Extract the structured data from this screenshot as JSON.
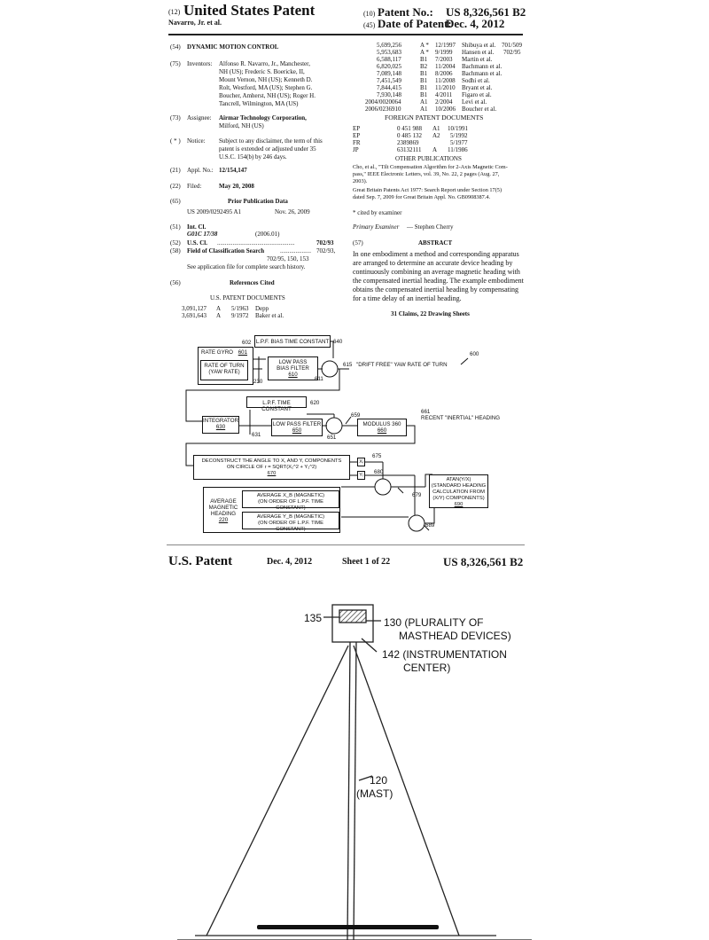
{
  "header": {
    "code12": "(12)",
    "type": "United States Patent",
    "inventors_short": "Navarro, Jr. et al.",
    "code10": "(10)",
    "patent_no_label": "Patent No.:",
    "patent_no": "US 8,326,561 B2",
    "code45": "(45)",
    "date_label": "Date of Patent:",
    "date": "Dec. 4, 2012"
  },
  "left": {
    "title_code": "(54)",
    "title": "DYNAMIC MOTION CONTROL",
    "inventors_code": "(75)",
    "inventors_label": "Inventors:",
    "inventors_lines": [
      "Alfonso R. Navarro, Jr., Manchester,",
      "NH (US); Frederic S. Boericke, II,",
      "Mount Vernon, NH (US); Kenneth D.",
      "Rolt, Westford, MA (US); Stephen G.",
      "Boucher, Amherst, NH (US); Roger H.",
      "Tancrell, Wilmington, MA (US)"
    ],
    "assignee_code": "(73)",
    "assignee_label": "Assignee:",
    "assignee_lines": [
      "Airmar Technology Corporation,",
      "Milford, NH (US)"
    ],
    "notice_code": "( * )",
    "notice_label": "Notice:",
    "notice_lines": [
      "Subject to any disclaimer, the term of this",
      "patent is extended or adjusted under 35",
      "U.S.C. 154(b) by 246 days."
    ],
    "appl_code": "(21)",
    "appl_label": "Appl. No.:",
    "appl_no": "12/154,147",
    "filed_code": "(22)",
    "filed_label": "Filed:",
    "filed": "May 20, 2008",
    "prior_code": "(65)",
    "prior_title": "Prior Publication Data",
    "prior_pub": "US 2009/0292495 A1",
    "prior_date": "Nov. 26, 2009",
    "intcl_code": "(51)",
    "intcl_label": "Int. Cl.",
    "intcl_class": "G01C 17/38",
    "intcl_ver": "(2006.01)",
    "uscl_code": "(52)",
    "uscl_label": "U.S. Cl.",
    "uscl_value": "702/93",
    "field_code": "(58)",
    "field_label": "Field of Classification Search",
    "field_value": "702/93,",
    "field_line2": "702/95, 150, 153",
    "field_line3": "See application file for complete search history.",
    "refs_code": "(56)",
    "refs_title": "References Cited",
    "us_docs_title": "U.S. PATENT DOCUMENTS",
    "us_docs": [
      {
        "no": "3,091,127",
        "kind": "A",
        "date": "5/1963",
        "name": "Depp"
      },
      {
        "no": "3,691,643",
        "kind": "A",
        "date": "9/1972",
        "name": "Baker et al."
      }
    ]
  },
  "right": {
    "us_docs": [
      {
        "no": "5,699,256",
        "kind": "A *",
        "date": "12/1997",
        "name": "Shibuya et al.",
        "cls": "701/509"
      },
      {
        "no": "5,953,683",
        "kind": "A *",
        "date": "9/1999",
        "name": "Hansen et al.",
        "cls": "702/95"
      },
      {
        "no": "6,588,117",
        "kind": "B1",
        "date": "7/2003",
        "name": "Martin et al.",
        "cls": ""
      },
      {
        "no": "6,820,025",
        "kind": "B2",
        "date": "11/2004",
        "name": "Bachmann et al.",
        "cls": ""
      },
      {
        "no": "7,089,148",
        "kind": "B1",
        "date": "8/2006",
        "name": "Bachmann et al.",
        "cls": ""
      },
      {
        "no": "7,451,549",
        "kind": "B1",
        "date": "11/2008",
        "name": "Sodhi et al.",
        "cls": ""
      },
      {
        "no": "7,844,415",
        "kind": "B1",
        "date": "11/2010",
        "name": "Bryant et al.",
        "cls": ""
      },
      {
        "no": "7,930,148",
        "kind": "B1",
        "date": "4/2011",
        "name": "Figaro et al.",
        "cls": ""
      },
      {
        "no": "2004/0020064",
        "kind": "A1",
        "date": "2/2004",
        "name": "Levi et al.",
        "cls": ""
      },
      {
        "no": "2006/0236910",
        "kind": "A1",
        "date": "10/2006",
        "name": "Boucher et al.",
        "cls": ""
      }
    ],
    "foreign_title": "FOREIGN PATENT DOCUMENTS",
    "foreign_docs": [
      {
        "cc": "EP",
        "no": "0 451 988",
        "kind": "A1",
        "date": "10/1991"
      },
      {
        "cc": "EP",
        "no": "0 485 132",
        "kind": "A2",
        "date": "5/1992"
      },
      {
        "cc": "FR",
        "no": "2389869",
        "kind": "",
        "date": "5/1977"
      },
      {
        "cc": "JP",
        "no": "63132111",
        "kind": "A",
        "date": "11/1986"
      }
    ],
    "other_title": "OTHER PUBLICATIONS",
    "other_lines": [
      "Cho, et al., \"Tilt Compensation Algorithm for 2-Axis Magnetic Com-",
      "pass,\" IEEE Electronic Letters, vol. 39, No. 22, 2 pages (Aug. 27,",
      "2003).",
      "Great Britain Patents Act 1977: Search Report under Section 17(5)",
      "dated Sep. 7, 2009 for Great Britain Appl. No. GB0908387.4."
    ],
    "cited": "* cited by examiner",
    "examiner_label": "Primary Examiner",
    "examiner": "— Stephen Cherry",
    "abstract_code": "(57)",
    "abstract_title": "ABSTRACT",
    "abstract_lines": [
      "In one embodiment a method and corresponding apparatus",
      "are arranged to determine an accurate device heading by",
      "continuously combining an average magnetic heading with",
      "the compensated inertial heading. The example embodiment",
      "obtains the compensated inertial heading by compensating",
      "for a time delay of an inertial heading."
    ],
    "claims": "31 Claims, 22 Drawing Sheets"
  },
  "diagram": {
    "ref600": "600",
    "lpf_bias": "L.P.F. BIAS TIME CONSTANT",
    "n640": "640",
    "n602": "602",
    "rate_gyro": "RATE GYRO",
    "n601": "601",
    "rate_turn": [
      "RATE OF TURN",
      "(YAW RATE)"
    ],
    "n230": "230",
    "lpbf": [
      "LOW PASS",
      "BIAS FILTER"
    ],
    "n610": "610",
    "n611": "611",
    "n615": "615",
    "drift": "\"DRIFT FREE\" YAW RATE OF TURN",
    "lpf_time": "L.P.F. TIME CONSTANT",
    "n620": "620",
    "integrator": "INTEGRATOR",
    "n630": "630",
    "n631": "631",
    "lpf": "LOW PASS FILTER",
    "n650": "650",
    "n651": "651",
    "n659": "659",
    "modulus": "MODULUS 360",
    "n660": "660",
    "n661": "661",
    "recent": "RECENT \"INERTIAL\" HEADING",
    "deconstruct": [
      "DECONSTRUCT THE ANGLE TO X, AND Y, COMPONENTS",
      "ON CIRCLE OF r = SQRT(X₁^2 + Y₁^2)"
    ],
    "n670": "670",
    "xi": "Xᵢ",
    "yi": "Yᵢ",
    "n675": "675",
    "n680": "680",
    "n679": "679",
    "n689": "689",
    "avg_mag": [
      "AVERAGE",
      "MAGNETIC",
      "HEADING"
    ],
    "n220": "220",
    "avg_x": [
      "AVERAGE X_B (MAGNETIC)",
      "(ON ORDER OF L.P.F. TIME CONSTANT)"
    ],
    "avg_y": [
      "AVERAGE Y_B (MAGNETIC)",
      "(ON ORDER OF L.P.F. TIME CONSTANT)"
    ],
    "atan": [
      "ATAN(Y/X)",
      "(STANDARD HEADING",
      "CALCULATION FROM",
      "(X/Y) COMPONENTS)"
    ],
    "n690": "690"
  },
  "sheet": {
    "label": "U.S. Patent",
    "date": "Dec. 4, 2012",
    "sheet": "Sheet 1 of 22",
    "no": "US 8,326,561 B2",
    "n135": "135",
    "n130": "130 (PLURALITY OF",
    "n130b": "MASTHEAD DEVICES)",
    "n142": "142 (INSTRUMENTATION",
    "n142b": "CENTER)",
    "n120": "120",
    "n120b": "(MAST)"
  }
}
